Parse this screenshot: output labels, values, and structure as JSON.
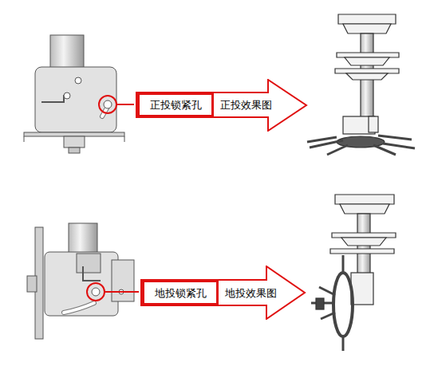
{
  "diagram": {
    "nodes": [
      {
        "text": [
          "正投效果图"
        ]
      },
      {
        "text": [
          "正投锁紧孔"
        ],
        "in": 0
      },
      {
        "text": [
          "地投效果图"
        ]
      },
      {
        "text": [
          "地投锁紧孔"
        ],
        "in": 2
      }
    ]
  }
}
